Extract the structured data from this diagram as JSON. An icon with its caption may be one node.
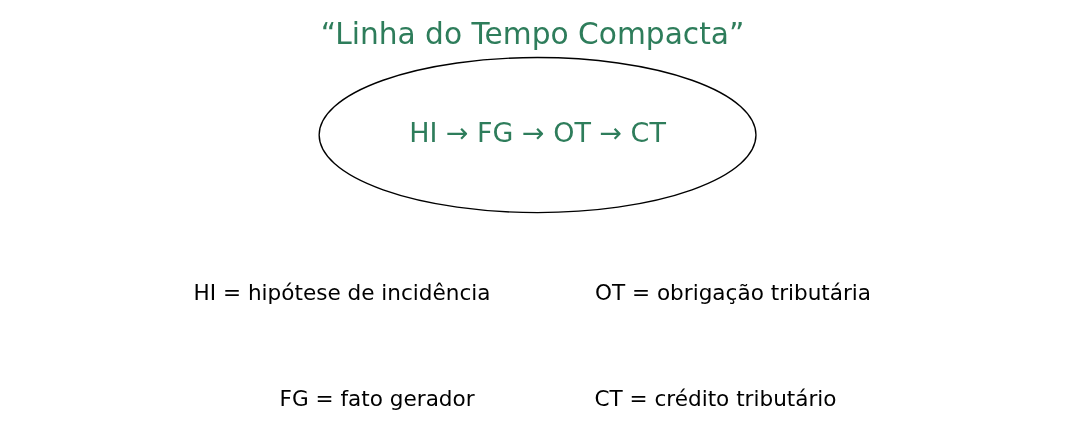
{
  "diagram": {
    "title": "“Linha do Tempo Compacta”",
    "nodes": [
      {
        "text": [
          "HI → FG → OT → CT"
        ]
      }
    ],
    "labels": [
      "HI = hipótese de incidência",
      "OT = obrigação tributária",
      "FG = fato gerador",
      "CT = crédito tributário"
    ]
  }
}
